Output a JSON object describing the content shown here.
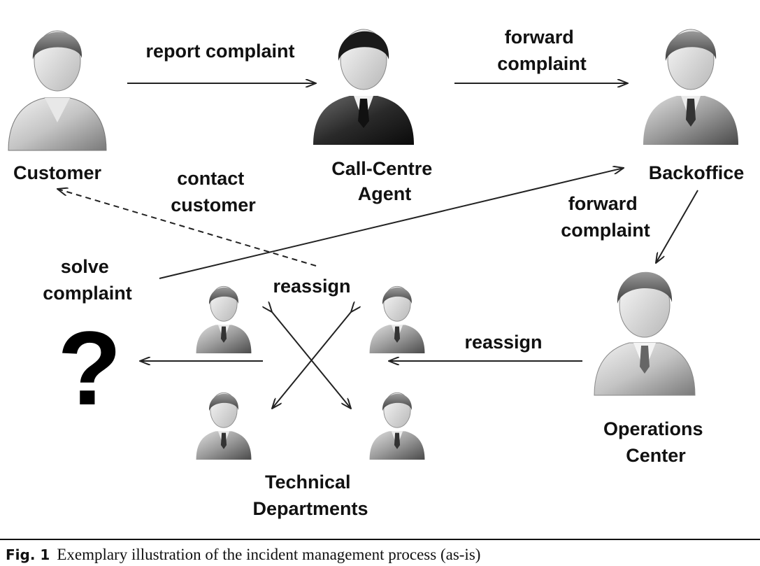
{
  "actors": {
    "customer": "Customer",
    "agent": [
      "Call-Centre",
      "Agent"
    ],
    "backoffice": "Backoffice",
    "operations": [
      "Operations",
      "Center"
    ],
    "technical": [
      "Technical",
      "Departments"
    ]
  },
  "edges": {
    "report": "report complaint",
    "forward1": [
      "forward",
      "complaint"
    ],
    "forward2": [
      "forward",
      "complaint"
    ],
    "contact": [
      "contact",
      "customer"
    ],
    "solve": [
      "solve",
      "complaint"
    ],
    "reassign_ops": "reassign",
    "reassign_tech": "reassign"
  },
  "question_glyph": "?",
  "caption": {
    "label": "Fig. 1",
    "text": "Exemplary illustration of the incident management process (as-is)"
  }
}
